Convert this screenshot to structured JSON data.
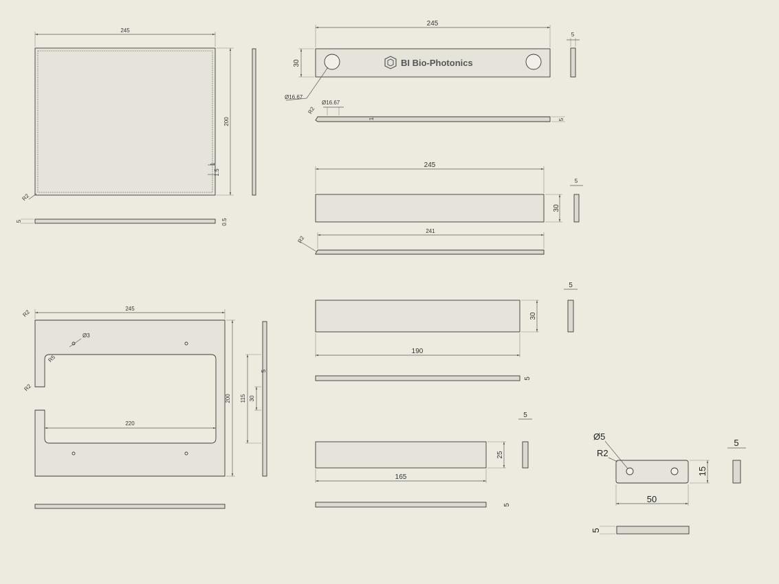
{
  "drawing": {
    "brand_text": "BI Bio-Photonics",
    "dims": {
      "d245": "245",
      "d200": "200",
      "d30": "30",
      "d5": "5",
      "d1": "1",
      "d0_5": "0.5",
      "d1_5": "1.5",
      "d241": "241",
      "d190": "190",
      "d165": "165",
      "d25": "25",
      "d220": "220",
      "d115": "115",
      "d50": "50",
      "d15": "15",
      "dia16_67": "Ø16.67",
      "dia3": "Ø3",
      "dia5": "Ø5",
      "r2": "R2",
      "r5": "R5"
    },
    "icons": [
      "bio-photonics-logo-icon"
    ]
  }
}
